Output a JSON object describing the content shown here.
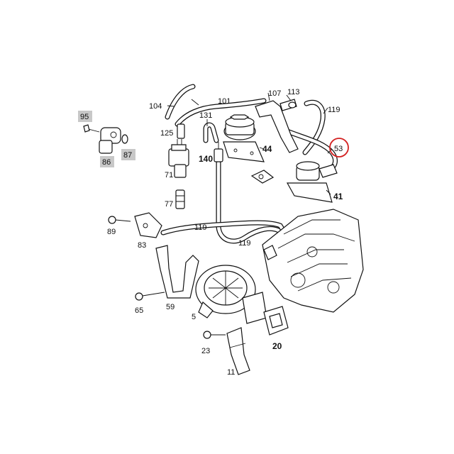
{
  "callouts": {
    "c95": "95",
    "c86": "86",
    "c87": "87",
    "c104": "104",
    "c101": "101",
    "c107": "107",
    "c113": "113",
    "c119a": "119",
    "c131": "131",
    "c125": "125",
    "c140": "140",
    "c71": "71",
    "c77": "77",
    "c44": "44",
    "c53": "53",
    "c41": "41",
    "c89": "89",
    "c83": "83",
    "c119b": "119",
    "c119c": "119",
    "c65": "65",
    "c59": "59",
    "c5": "5",
    "c23": "23",
    "c20": "20",
    "c11": "11"
  },
  "highlight": {
    "color": "#d32020"
  },
  "shaded_label_color": "#c8c8c8"
}
